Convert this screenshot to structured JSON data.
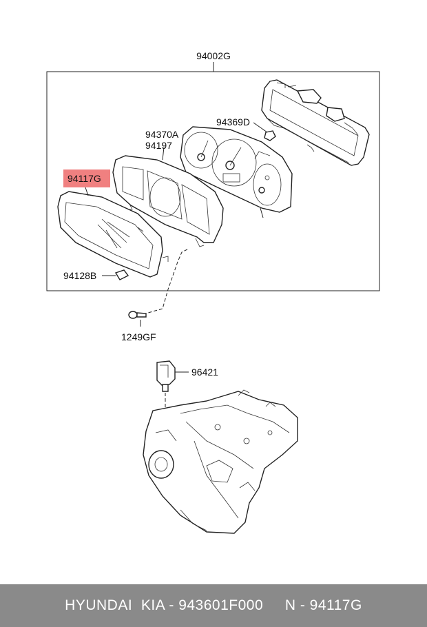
{
  "diagram": {
    "labels": {
      "assembly": "94002G",
      "bulb": "94369D",
      "plate_a": "94370A",
      "plate_b": "94197",
      "lens_highlighted": "94117G",
      "clip": "94128B",
      "screw": "1249GF",
      "sensor": "96421"
    },
    "highlight_color": "#f08080"
  },
  "footer": {
    "text": "HYUNDAI  KIA - 943601F000     N - 94117G",
    "background": "#8a8a8a"
  }
}
